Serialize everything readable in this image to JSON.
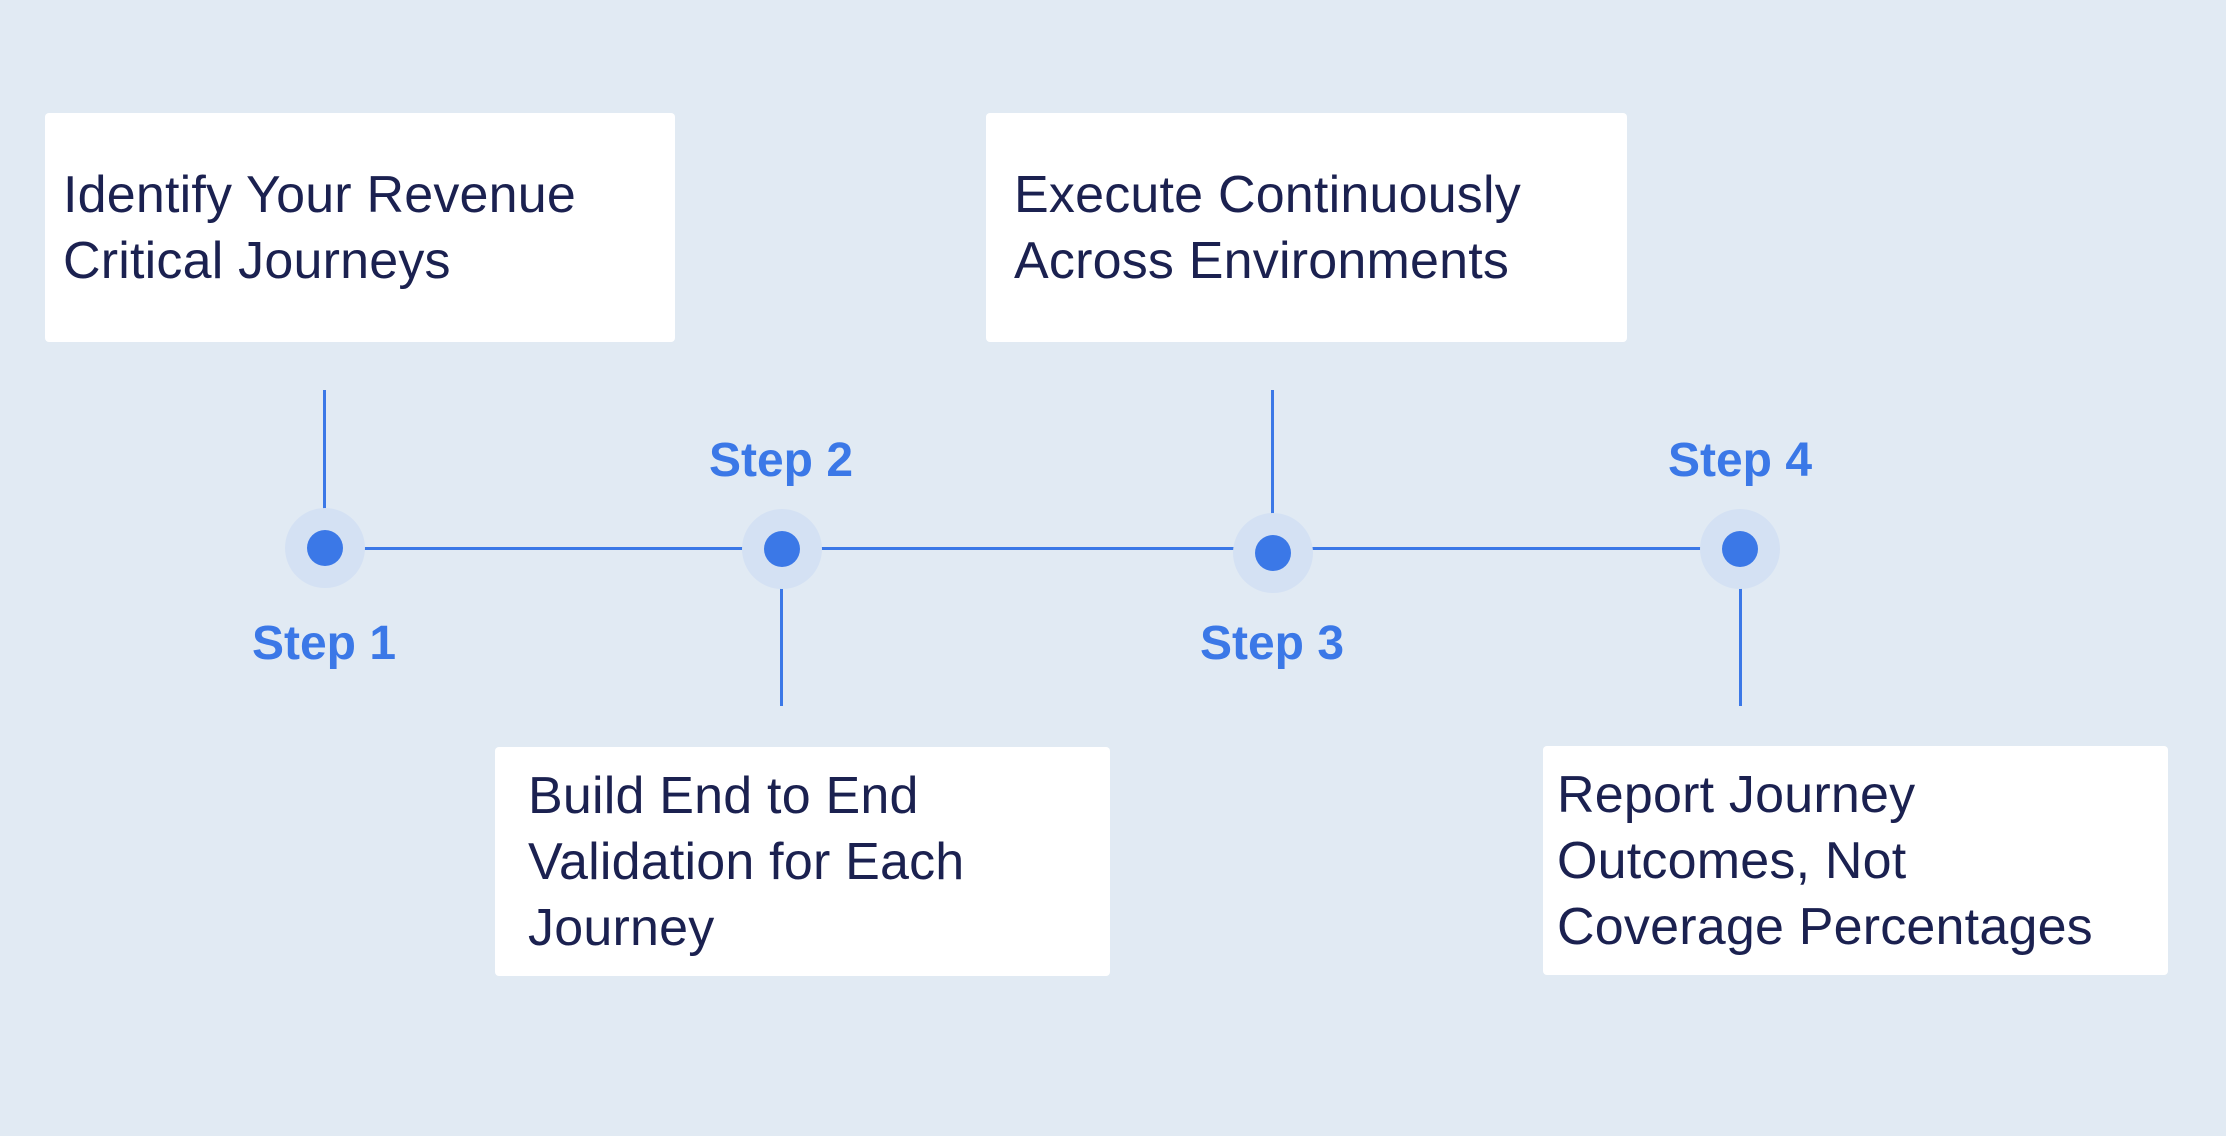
{
  "colors": {
    "background": "#e1eaf3",
    "accent": "#3b78e7",
    "card_background": "#ffffff",
    "card_text": "#1b2150"
  },
  "steps": [
    {
      "label": "Step 1",
      "text": "Identify Your Revenue\nCritical Journeys"
    },
    {
      "label": "Step 2",
      "text": "Build End to End\nValidation for Each\nJourney"
    },
    {
      "label": "Step 3",
      "text": "Execute Continuously\nAcross Environments"
    },
    {
      "label": "Step 4",
      "text": "Report Journey\nOutcomes, Not\nCoverage Percentages"
    }
  ]
}
